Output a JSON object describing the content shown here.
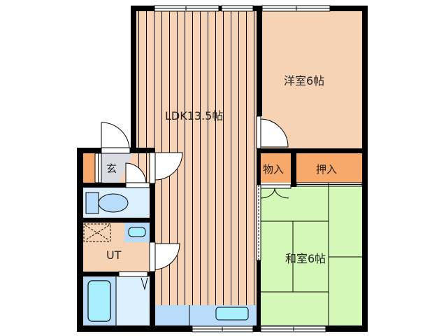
{
  "floorplan": {
    "colors": {
      "wall": "#000000",
      "wood_floor": "#f7d3b5",
      "storage": "#f7a86b",
      "tatami": "#d3f8b8",
      "wet_area": "#ddf0fe",
      "wet_fixture": "#b9dcfb",
      "fixture_fill": "#a8eefc",
      "entrance": "#d9dde3"
    },
    "rooms": {
      "ldk": {
        "label": "LDK13.5帖"
      },
      "western": {
        "label": "洋室6帖"
      },
      "japanese": {
        "label": "和室6帖"
      },
      "closet_small": {
        "label": "物入"
      },
      "closet_oshiire": {
        "label": "押入"
      },
      "entrance": {
        "label": "玄"
      },
      "utility": {
        "label": "UT"
      }
    }
  }
}
